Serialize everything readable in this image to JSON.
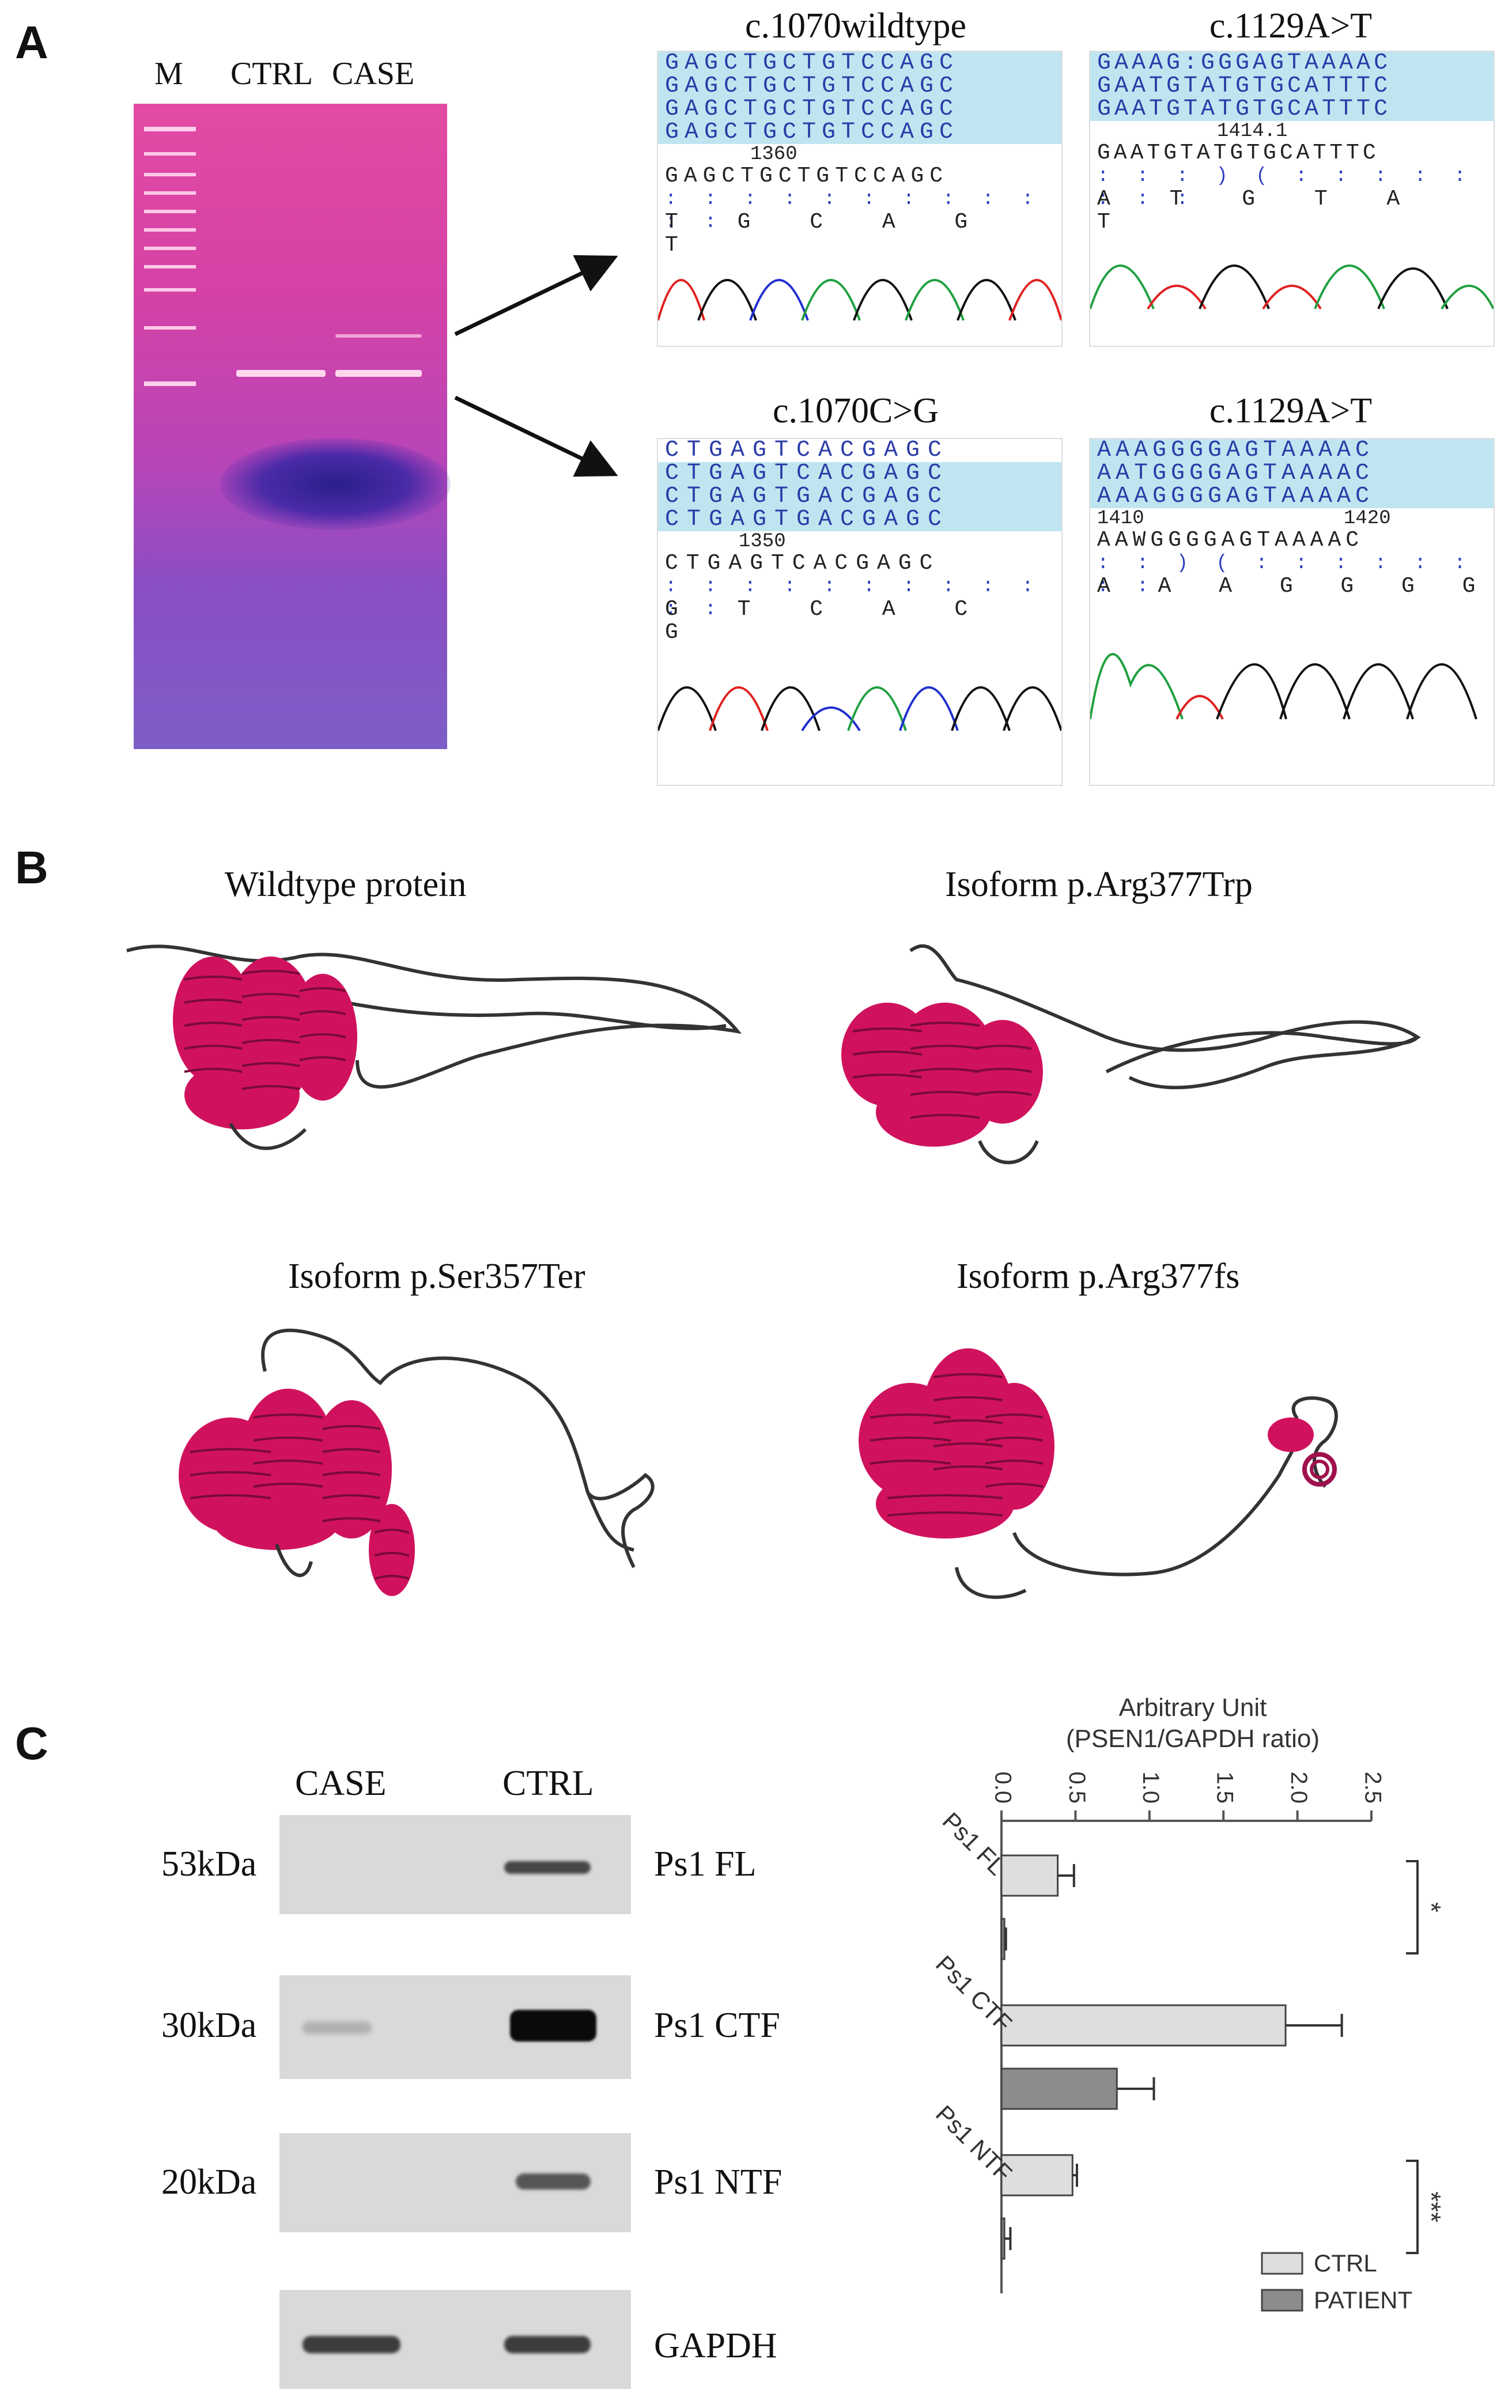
{
  "panels": {
    "a": "A",
    "b": "B",
    "c": "C"
  },
  "gel": {
    "lanes": [
      "M",
      "CTRL",
      "CASE"
    ]
  },
  "sequencing": [
    {
      "title": "c.1070wildtype",
      "reads": [
        "GAGCTGCTGTCCAGC",
        "GAGCTGCTGTCCAGC",
        "GAGCTGCTGTCCAGC",
        "GAGCTGCTGTCCAGC"
      ],
      "position": "1360",
      "consensus": "GAGCTGCTGTCCAGC",
      "bases": "T G C A G T"
    },
    {
      "title": "c.1129A>T",
      "reads": [
        "GAAAG:GGGAGTAAAAC",
        "GAATGTATGTGCATTTC",
        "GAATGTATGTGCATTTC"
      ],
      "position": "1414.1",
      "consensus": "GAATGTATGTGCATTTC",
      "bases": "A T G T A T"
    },
    {
      "title": "c.1070C>G",
      "reads": [
        "CTGAGTCACGAGC",
        "CTGAGTCACGAGC",
        "CTGAGTGACGAGC",
        "CTGAGTGACGAGC"
      ],
      "position": "1350",
      "consensus": "CTGAGTCACGAGC",
      "bases": "G T C A C G"
    },
    {
      "title": "c.1129A>T",
      "reads": [
        "AAAGGGGAGTAAAAC",
        "AATGGGGAGTAAAAC",
        "AAAGGGGAGTAAAAC"
      ],
      "position_left": "1410",
      "position_right": "1420",
      "consensus": "AAWGGGGAGTAAAAC",
      "bases": "A A A G G G G"
    }
  ],
  "structures": [
    {
      "title": "Wildtype protein"
    },
    {
      "title": "Isoform p.Arg377Trp"
    },
    {
      "title": "Isoform p.Ser357Ter"
    },
    {
      "title": "Isoform p.Arg377fs"
    }
  ],
  "western": {
    "columns": [
      "CASE",
      "CTRL"
    ],
    "rows": [
      {
        "weight": "53kDa",
        "name": "Ps1 FL",
        "case_intensity": 0.05,
        "ctrl_intensity": 0.55
      },
      {
        "weight": "30kDa",
        "name": "Ps1 CTF",
        "case_intensity": 0.15,
        "ctrl_intensity": 1.0
      },
      {
        "weight": "20kDa",
        "name": "Ps1 NTF",
        "case_intensity": 0.03,
        "ctrl_intensity": 0.5
      },
      {
        "weight": "",
        "name": "GAPDH",
        "case_intensity": 0.85,
        "ctrl_intensity": 0.85
      }
    ]
  },
  "chart_data": {
    "type": "bar",
    "orientation": "horizontal",
    "title": "Arbitrary Unit",
    "subtitle": "(PSEN1/GAPDH ratio)",
    "xlim": [
      0,
      2.5
    ],
    "ticks": [
      "0.0",
      "0.5",
      "1.0",
      "1.5",
      "2.0",
      "2.5"
    ],
    "tick_values": [
      0,
      0.5,
      1.0,
      1.5,
      2.0,
      2.5
    ],
    "categories": [
      "Ps1 FL",
      "Ps1 CTF",
      "Ps1 NTF"
    ],
    "series": [
      {
        "name": "CTRL",
        "values": [
          0.38,
          1.92,
          0.48
        ],
        "errors": [
          0.11,
          0.38,
          0.03
        ],
        "color": "#dedede"
      },
      {
        "name": "PATIENT",
        "values": [
          0.02,
          0.78,
          0.02
        ],
        "errors": [
          0.01,
          0.25,
          0.04
        ],
        "color": "#8c8c8c"
      }
    ],
    "significance": [
      "*",
      "",
      "***"
    ],
    "legend_position": "bottom-right"
  }
}
